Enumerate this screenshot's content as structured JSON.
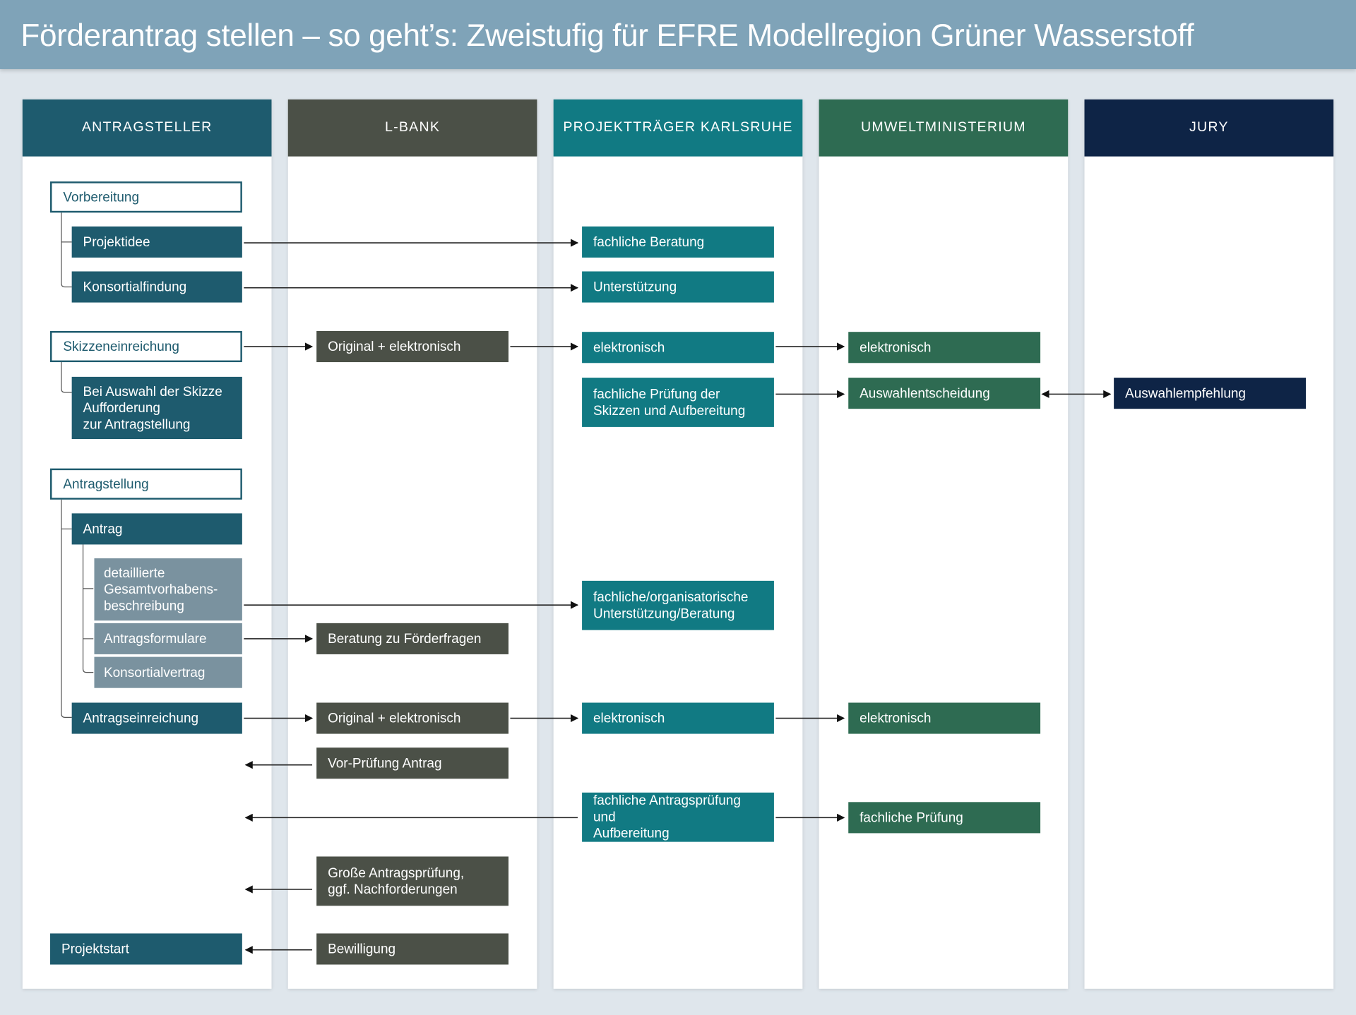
{
  "title": "Förderantrag stellen – so geht’s: Zweistufig für EFRE Modellregion Grüner Wasserstoff",
  "colors": {
    "antragsteller": "#1e5b6e",
    "lbank": "#4b5047",
    "projekttraeger": "#117a83",
    "umweltministerium": "#2e6b52",
    "jury": "#0e2446",
    "subitem": "#7a929f",
    "background": "#dfe6ec",
    "titlebar": "#7fa3b8"
  },
  "lanes": [
    "ANTRAGSTELLER",
    "L-BANK",
    "PROJEKTTRÄGER KARLSRUHE",
    "UMWELTMINISTERIUM",
    "JURY"
  ],
  "antragsteller": {
    "vorbereitung": "Vorbereitung",
    "projektidee": "Projektidee",
    "konsortialfindung": "Konsortialfindung",
    "skizzeneinreichung": "Skizzeneinreichung",
    "auswahl": "Bei Auswahl der Skizze\nAufforderung\nzur Antragstellung",
    "antragstellung": "Antragstellung",
    "antrag": "Antrag",
    "beschreibung": "detaillierte\nGesamtvorhabens-\nbeschreibung",
    "formulare": "Antragsformulare",
    "vertrag": "Konsortialvertrag",
    "einreichung": "Antragseinreichung",
    "projektstart": "Projektstart"
  },
  "lbank": {
    "skizze": "Original + elektronisch",
    "beratung": "Beratung zu Förderfragen",
    "antrag": "Original + elektronisch",
    "vorpruefung": "Vor-Prüfung Antrag",
    "grosse_pruefung": "Große Antragsprüfung,\nggf. Nachforderungen",
    "bewilligung": "Bewilligung"
  },
  "projekttraeger": {
    "beratung": "fachliche Beratung",
    "unterstuetzung": "Unterstützung",
    "skizze": "elektronisch",
    "pruefung_skizzen": "fachliche Prüfung der\nSkizzen und Aufbereitung",
    "org_beratung": "fachliche/organisatorische\nUnterstützung/Beratung",
    "antrag": "elektronisch",
    "antragspruefung": "fachliche Antragsprüfung und\nAufbereitung"
  },
  "umweltministerium": {
    "skizze": "elektronisch",
    "auswahlentscheidung": "Auswahlentscheidung",
    "antrag": "elektronisch",
    "pruefung": "fachliche Prüfung"
  },
  "jury": {
    "auswahlempfehlung": "Auswahlempfehlung"
  }
}
